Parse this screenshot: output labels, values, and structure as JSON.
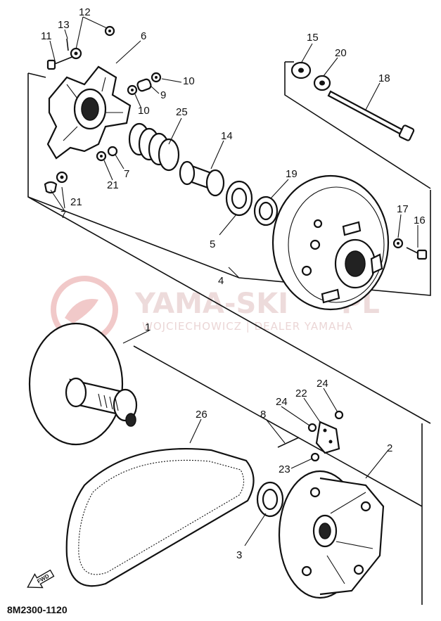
{
  "watermark": {
    "brand": "YAMA-SKI",
    "suffix": "PL",
    "dealer": "WOJCIECHOWICZ | DEALER YAMAHA",
    "color": "#e8a0a0"
  },
  "diagram_code": "8M2300-1120",
  "fwd_label": "FWD",
  "callouts": [
    {
      "id": "c11",
      "text": "11"
    },
    {
      "id": "c13",
      "text": "13"
    },
    {
      "id": "c12",
      "text": "12"
    },
    {
      "id": "c6",
      "text": "6"
    },
    {
      "id": "c10a",
      "text": "10"
    },
    {
      "id": "c9",
      "text": "9"
    },
    {
      "id": "c10b",
      "text": "10"
    },
    {
      "id": "c25",
      "text": "25"
    },
    {
      "id": "c7a",
      "text": "7"
    },
    {
      "id": "c21a",
      "text": "21"
    },
    {
      "id": "c14",
      "text": "14"
    },
    {
      "id": "c15",
      "text": "15"
    },
    {
      "id": "c20",
      "text": "20"
    },
    {
      "id": "c18",
      "text": "18"
    },
    {
      "id": "c19",
      "text": "19"
    },
    {
      "id": "c17",
      "text": "17"
    },
    {
      "id": "c16",
      "text": "16"
    },
    {
      "id": "c5",
      "text": "5"
    },
    {
      "id": "c4",
      "text": "4"
    },
    {
      "id": "c21b",
      "text": "21"
    },
    {
      "id": "c7b",
      "text": "7"
    },
    {
      "id": "c1",
      "text": "1"
    },
    {
      "id": "c26",
      "text": "26"
    },
    {
      "id": "c8",
      "text": "8"
    },
    {
      "id": "c24a",
      "text": "24"
    },
    {
      "id": "c22",
      "text": "22"
    },
    {
      "id": "c24b",
      "text": "24"
    },
    {
      "id": "c2",
      "text": "2"
    },
    {
      "id": "c23",
      "text": "23"
    },
    {
      "id": "c3",
      "text": "3"
    }
  ]
}
